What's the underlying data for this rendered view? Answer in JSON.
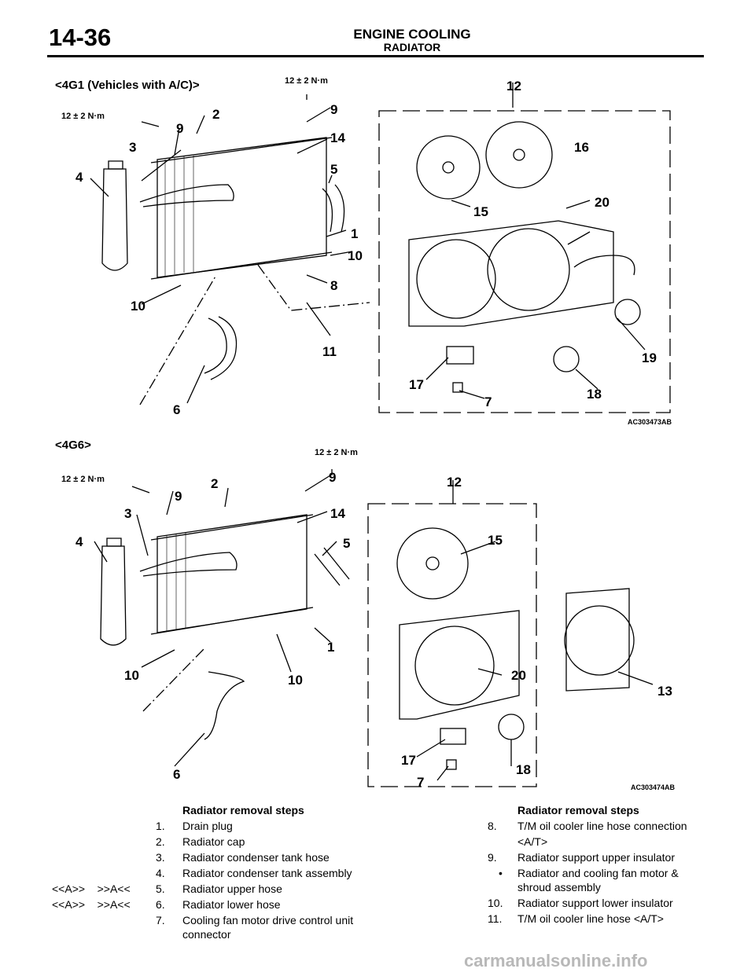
{
  "header": {
    "page_number": "14-36",
    "section_title": "ENGINE COOLING",
    "subsection_title": "RADIATOR"
  },
  "figure1": {
    "title": "<4G1 (Vehicles with A/C)>",
    "code": "AC303473AB",
    "torque1": "12 ± 2 N·m",
    "torque2": "12 ± 2 N·m",
    "callouts": [
      "12",
      "9",
      "2",
      "9",
      "14",
      "16",
      "3",
      "5",
      "4",
      "20",
      "15",
      "1",
      "10",
      "8",
      "10",
      "11",
      "19",
      "17",
      "18",
      "7",
      "6"
    ]
  },
  "figure2": {
    "title": "<4G6>",
    "code": "AC303474AB",
    "torque1": "12 ± 2 N·m",
    "torque2": "12 ± 2 N·m",
    "callouts": [
      "9",
      "12",
      "2",
      "9",
      "3",
      "14",
      "15",
      "4",
      "5",
      "1",
      "20",
      "10",
      "10",
      "13",
      "17",
      "18",
      "7",
      "6"
    ]
  },
  "steps_left": {
    "heading": "Radiator removal steps",
    "items": [
      {
        "prefix": "",
        "num": "1.",
        "text": "Drain plug"
      },
      {
        "prefix": "",
        "num": "2.",
        "text": "Radiator cap"
      },
      {
        "prefix": "",
        "num": "3.",
        "text": "Radiator condenser tank hose"
      },
      {
        "prefix": "",
        "num": "4.",
        "text": "Radiator condenser tank assembly"
      },
      {
        "prefix": "<<A>>    >>A<<",
        "num": "5.",
        "text": "Radiator upper hose"
      },
      {
        "prefix": "<<A>>    >>A<<",
        "num": "6.",
        "text": "Radiator lower hose"
      },
      {
        "prefix": "",
        "num": "7.",
        "text": "Cooling fan motor drive control unit"
      },
      {
        "prefix": "",
        "num": "",
        "text": "connector"
      }
    ]
  },
  "steps_right": {
    "heading": "Radiator removal steps",
    "items": [
      {
        "num": "8.",
        "text": "T/M oil cooler line hose connection"
      },
      {
        "num": "",
        "text": "<A/T>"
      },
      {
        "num": "9.",
        "text": "Radiator support upper insulator"
      },
      {
        "num": "•",
        "text": "Radiator and cooling fan motor &"
      },
      {
        "num": "",
        "text": "shroud assembly"
      },
      {
        "num": "10.",
        "text": "Radiator support lower insulator"
      },
      {
        "num": "11.",
        "text": "T/M oil cooler line hose <A/T>"
      }
    ]
  },
  "watermark": "carmanualsonline.info"
}
